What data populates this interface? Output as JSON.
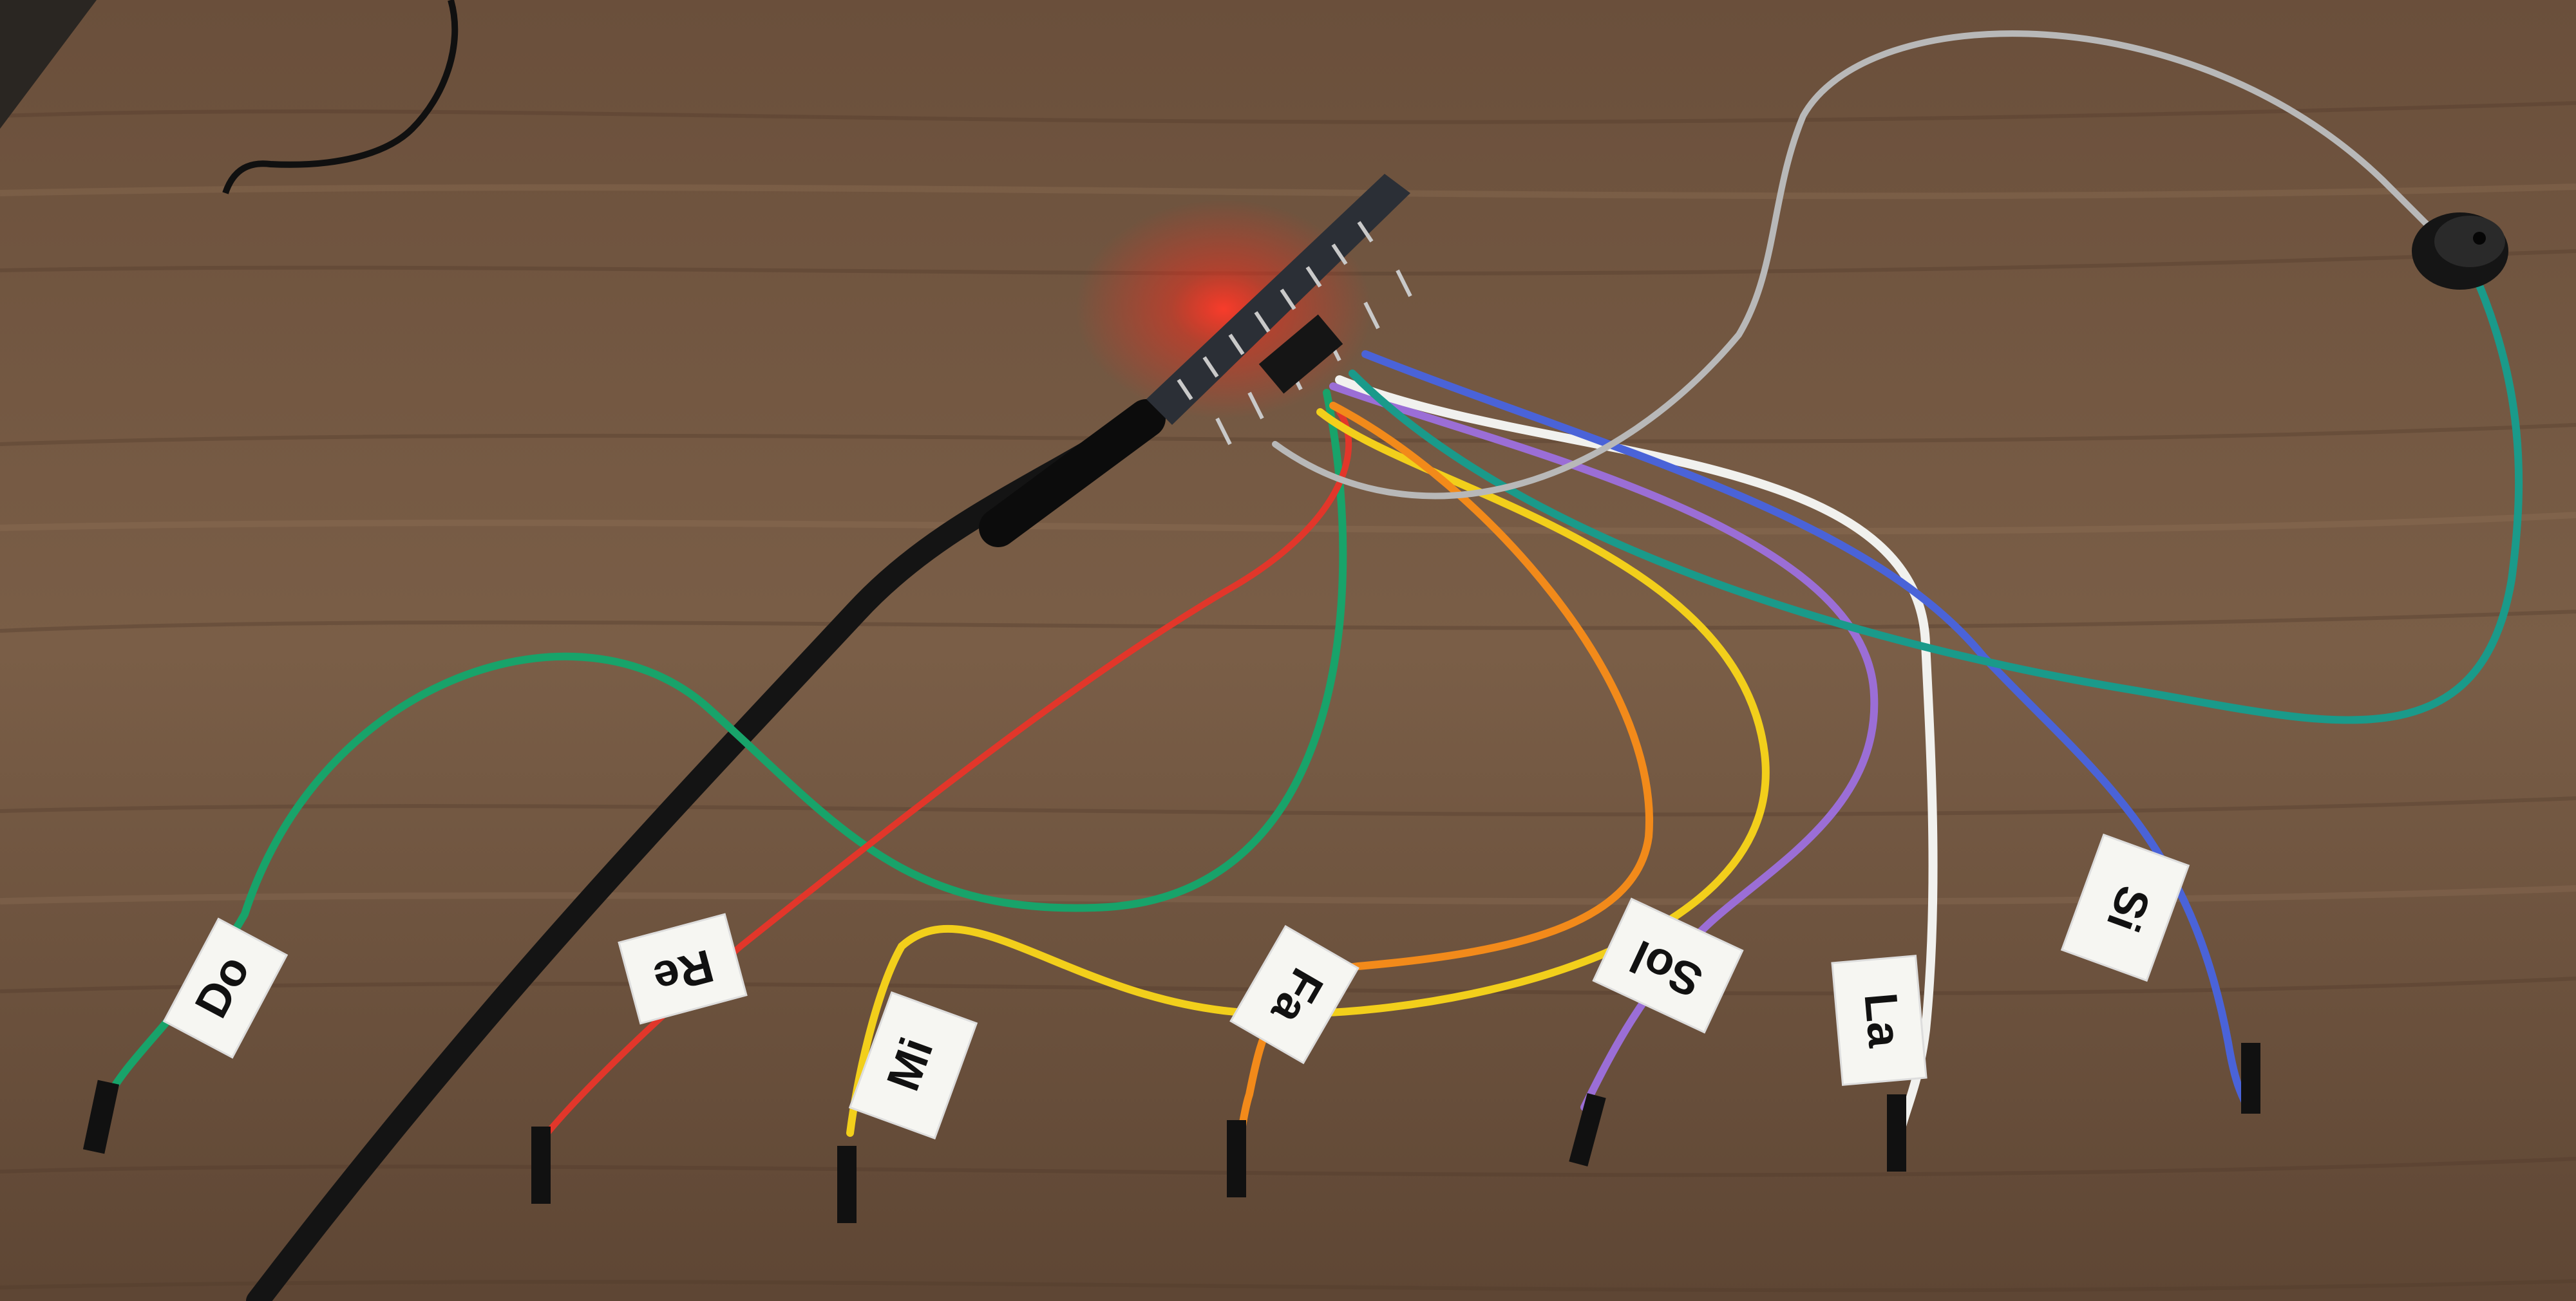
{
  "photo": {
    "description_free": true,
    "board": {
      "led_color": "#ff2a2a",
      "pcb_color": "#2b2f36"
    },
    "wires": [
      {
        "note": "Do",
        "color": "#18a36a"
      },
      {
        "note": "Re",
        "color": "#e2362a"
      },
      {
        "note": "Mi",
        "color": "#f2cf1b"
      },
      {
        "note": "Fa",
        "color": "#f28a1a"
      },
      {
        "note": "Sol",
        "color": "#9b6ed6"
      },
      {
        "note": "La",
        "color": "#f1f1ee"
      },
      {
        "note": "Si",
        "color": "#4a63d8"
      }
    ],
    "labels": {
      "do": "Do",
      "re": "Re",
      "mi": "Mi",
      "fa": "Fa",
      "sol": "Sol",
      "la": "La",
      "si": "Si"
    },
    "usb_cable_color": "#151515",
    "buzzer_wire_color": "#1a9a8a",
    "buzzer_lead_color": "#b8b8b8"
  }
}
